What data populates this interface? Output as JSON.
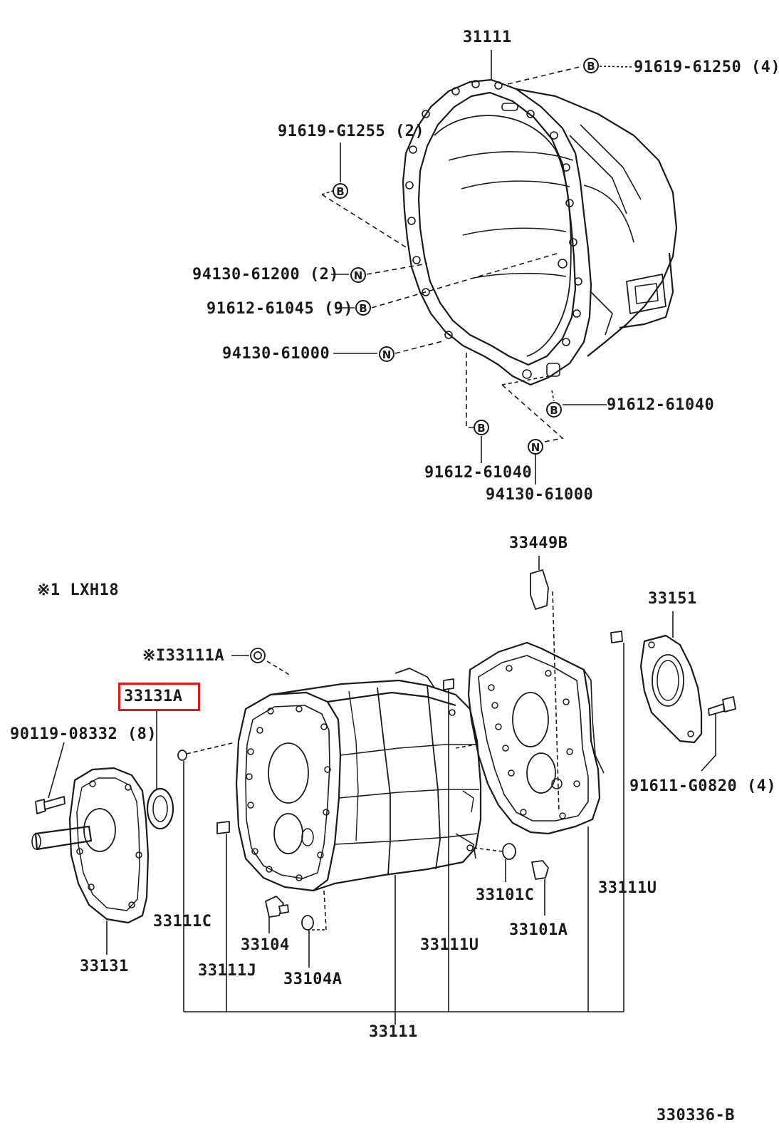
{
  "diagram_id": "330336-B",
  "note": "※1  LXH18",
  "highlight_color": "#e01818",
  "line_color": "#1a1a1a",
  "symbols": {
    "bolt": "B",
    "nut": "N"
  },
  "labels": {
    "p31111_top": "31111",
    "p91619_61250": "91619-61250 (4)",
    "p91619_g1255": "91619-G1255 (2)",
    "p94130_61200": "94130-61200 (2)",
    "p91612_61045": "91612-61045 (9)",
    "p94130_61000a": "94130-61000",
    "p91612_61040a": "91612-61040",
    "p91612_61040b": "91612-61040",
    "p94130_61000b": "94130-61000",
    "p33449b": "33449B",
    "p33151": "33151",
    "p33111a": "※I33111A",
    "p33131a": "33131A",
    "p90119_08332": "90119-08332 (8)",
    "p91611_g0820": "91611-G0820 (4)",
    "p33111c": "33111C",
    "p33131": "33131",
    "p33104": "33104",
    "p33111j": "33111J",
    "p33104a": "33104A",
    "p33111u_mid": "33111U",
    "p33101c": "33101C",
    "p33101a": "33101A",
    "p33111u_right": "33111U",
    "p33111_bottom": "33111"
  }
}
